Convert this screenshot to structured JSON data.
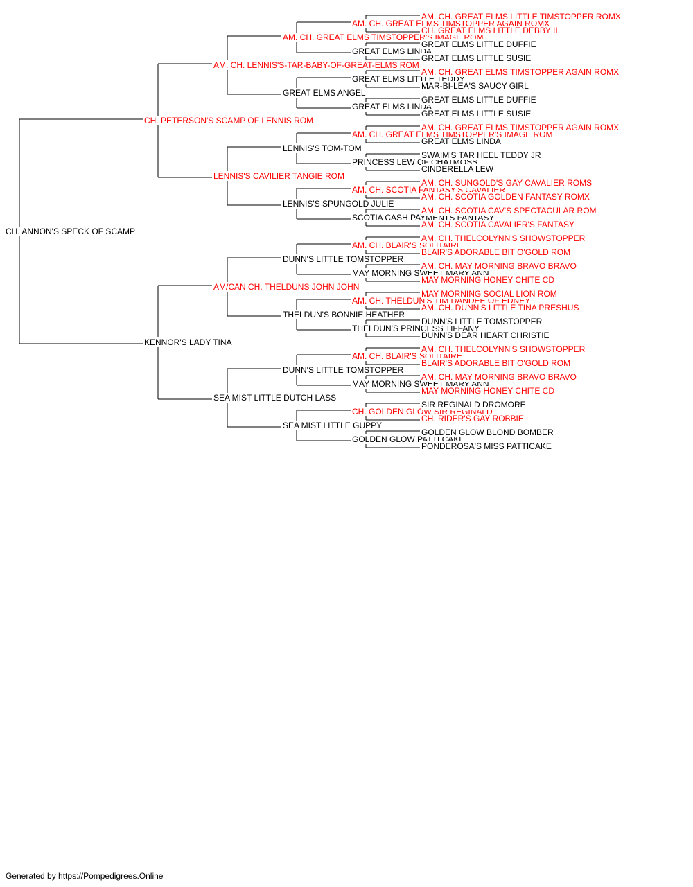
{
  "colors": {
    "champion": "#ff0000",
    "regular": "#000000",
    "line": "#000000"
  },
  "root": {
    "name": "CH. ANNON'S SPECK OF SCAMP",
    "champion": false
  },
  "generation1": [
    {
      "name": "CH. PETERSON'S SCAMP OF LENNIS ROM",
      "champion": true
    },
    {
      "name": "KENNOR'S LADY TINA",
      "champion": false
    }
  ],
  "generation2": [
    {
      "name": "AM. CH. LENNIS'S-TAR-BABY-OF-GREAT-ELMS ROM",
      "champion": true
    },
    {
      "name": "LENNIS'S CAVILIER TANGIE ROM",
      "champion": true
    },
    {
      "name": "AM/CAN CH. THELDUNS JOHN JOHN",
      "champion": true
    },
    {
      "name": "SEA MIST LITTLE DUTCH LASS",
      "champion": false
    }
  ],
  "generation3": [
    {
      "name": "AM. CH. GREAT ELMS TIMSTOPPER'S IMAGE ROM",
      "champion": true
    },
    {
      "name": "GREAT ELMS ANGEL",
      "champion": false
    },
    {
      "name": "LENNIS'S TOM-TOM",
      "champion": false
    },
    {
      "name": "LENNIS'S SPUNGOLD JULIE",
      "champion": false
    },
    {
      "name": "DUNN'S LITTLE TOMSTOPPER",
      "champion": false
    },
    {
      "name": "THELDUN'S BONNIE HEATHER",
      "champion": false
    },
    {
      "name": "DUNN'S LITTLE TOMSTOPPER",
      "champion": false
    },
    {
      "name": "SEA MIST LITTLE GUPPY",
      "champion": false
    }
  ],
  "generation4": [
    {
      "name": "AM. CH. GREAT ELMS TIMSTOPPER AGAIN ROMX",
      "champion": true
    },
    {
      "name": "GREAT ELMS LINDA",
      "champion": false
    },
    {
      "name": "GREAT ELMS LITTLE TEDDY",
      "champion": false
    },
    {
      "name": "GREAT ELMS LINDA",
      "champion": false
    },
    {
      "name": "AM. CH. GREAT ELMS TIMSTOPPER'S IMAGE ROM",
      "champion": true
    },
    {
      "name": "PRINCESS LEW OF CHATMOSS",
      "champion": false
    },
    {
      "name": "AM. CH. SCOTIA FANTASY'S CAVALIER",
      "champion": true
    },
    {
      "name": "SCOTIA CASH PAYMENTS FANTASY",
      "champion": false
    },
    {
      "name": "AM. CH. BLAIR'S SOLITAIRE",
      "champion": true
    },
    {
      "name": "MAY MORNING SWEET MARY ANN",
      "champion": false
    },
    {
      "name": "AM. CH. THELDUN'S TIM DANDEE OF EDNEY",
      "champion": true
    },
    {
      "name": "THELDUN'S PRINCESS TIFFANY",
      "champion": false
    },
    {
      "name": "AM. CH. BLAIR'S SOLITAIRE",
      "champion": true
    },
    {
      "name": "MAY MORNING SWEET MARY ANN",
      "champion": false
    },
    {
      "name": "CH. GOLDEN GLOW SIR REGINALD",
      "champion": true
    },
    {
      "name": "GOLDEN GLOW PATTI CAKE",
      "champion": false
    }
  ],
  "generation5": [
    {
      "name": "AM. CH. GREAT ELMS LITTLE TIMSTOPPER ROMX",
      "champion": true
    },
    {
      "name": "CH. GREAT ELMS LITTLE DEBBY II",
      "champion": true
    },
    {
      "name": "GREAT ELMS LITTLE DUFFIE",
      "champion": false
    },
    {
      "name": "GREAT ELMS LITTLE SUSIE",
      "champion": false
    },
    {
      "name": "AM. CH. GREAT ELMS TIMSTOPPER AGAIN ROMX",
      "champion": true
    },
    {
      "name": "MAR-BI-LEA'S SAUCY GIRL",
      "champion": false
    },
    {
      "name": "GREAT ELMS LITTLE DUFFIE",
      "champion": false
    },
    {
      "name": "GREAT ELMS LITTLE SUSIE",
      "champion": false
    },
    {
      "name": "AM. CH. GREAT ELMS TIMSTOPPER AGAIN ROMX",
      "champion": true
    },
    {
      "name": "GREAT ELMS LINDA",
      "champion": false
    },
    {
      "name": "SWAIM'S TAR HEEL TEDDY JR",
      "champion": false
    },
    {
      "name": "CINDERELLA LEW",
      "champion": false
    },
    {
      "name": "AM. CH. SUNGOLD'S GAY CAVALIER ROMS",
      "champion": true
    },
    {
      "name": "AM. CH. SCOTIA GOLDEN FANTASY ROMX",
      "champion": true
    },
    {
      "name": "AM. CH. SCOTIA CAV'S SPECTACULAR ROM",
      "champion": true
    },
    {
      "name": "AM. CH. SCOTIA CAVALIER'S FANTASY",
      "champion": true
    },
    {
      "name": "AM. CH. THELCOLYNN'S SHOWSTOPPER",
      "champion": true
    },
    {
      "name": "BLAIR'S ADORABLE BIT O'GOLD ROM",
      "champion": true
    },
    {
      "name": "AM. CH. MAY MORNING BRAVO BRAVO",
      "champion": true
    },
    {
      "name": "MAY MORNING HONEY CHITE CD",
      "champion": true
    },
    {
      "name": "MAY MORNING SOCIAL LION ROM",
      "champion": true
    },
    {
      "name": "AM. CH. DUNN'S LITTLE TINA PRESHUS",
      "champion": true
    },
    {
      "name": "DUNN'S LITTLE TOMSTOPPER",
      "champion": false
    },
    {
      "name": "DUNN'S DEAR HEART CHRISTIE",
      "champion": false
    },
    {
      "name": "AM. CH. THELCOLYNN'S SHOWSTOPPER",
      "champion": true
    },
    {
      "name": "BLAIR'S ADORABLE BIT O'GOLD ROM",
      "champion": true
    },
    {
      "name": "AM. CH. MAY MORNING BRAVO BRAVO",
      "champion": true
    },
    {
      "name": "MAY MORNING HONEY CHITE CD",
      "champion": true
    },
    {
      "name": "SIR REGINALD DROMORE",
      "champion": false
    },
    {
      "name": "CH. RIDER'S GAY ROBBIE",
      "champion": true
    },
    {
      "name": "GOLDEN GLOW BLOND BOMBER",
      "champion": false
    },
    {
      "name": "PONDEROSA'S MISS PATTICAKE",
      "champion": false
    }
  ],
  "footer": {
    "text": "Generated by https://Pompedigrees.Online"
  }
}
